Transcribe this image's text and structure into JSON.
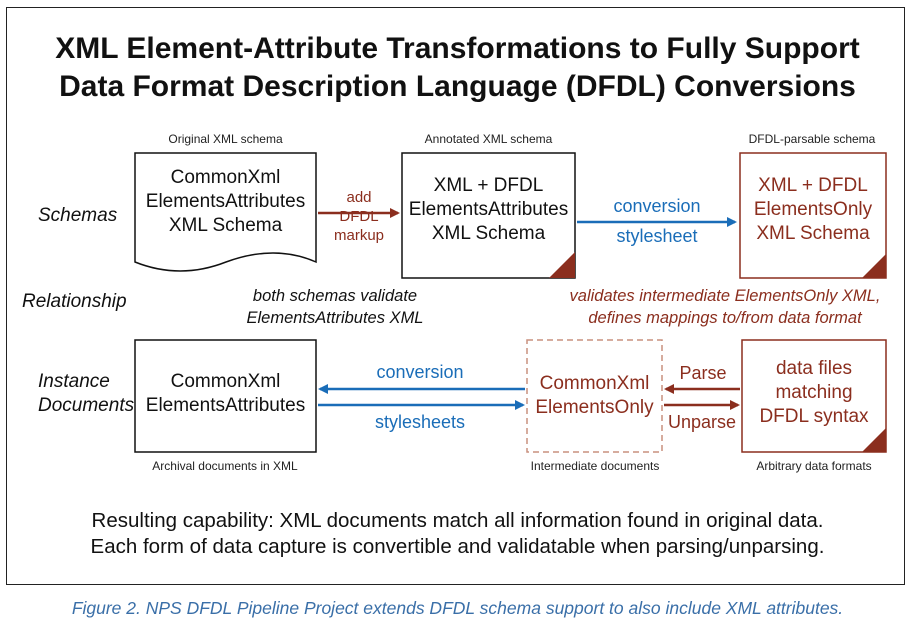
{
  "title_line1": "XML Element-Attribute Transformations to Fully Support",
  "title_line2": "Data Format Description Language (DFDL) Conversions",
  "column_headers": {
    "original": "Original XML schema",
    "annotated": "Annotated XML schema",
    "dfdl_parsable": "DFDL-parsable schema"
  },
  "row_labels": {
    "schemas": "Schemas",
    "relationship": "Relationship",
    "instance_line1": "Instance",
    "instance_line2": "Documents"
  },
  "boxes": {
    "original_schema": [
      "CommonXml",
      "ElementsAttributes",
      "XML Schema"
    ],
    "annotated_schema": [
      "XML + DFDL",
      "ElementsAttributes",
      "XML Schema"
    ],
    "dfdl_schema": [
      "XML + DFDL",
      "ElementsOnly",
      "XML Schema"
    ],
    "archival_doc": [
      "CommonXml",
      "ElementsAttributes"
    ],
    "intermediate_doc": [
      "CommonXml",
      "ElementsOnly"
    ],
    "data_files": [
      "data files",
      "matching",
      "DFDL syntax"
    ]
  },
  "arrow_labels": {
    "add_markup": [
      "add",
      "DFDL",
      "markup"
    ],
    "conversion_stylesheet": [
      "conversion",
      "stylesheet"
    ],
    "conversion": "conversion",
    "stylesheets": "stylesheets",
    "parse": "Parse",
    "unparse": "Unparse"
  },
  "relationship_notes": {
    "left": [
      "both schemas validate",
      "ElementsAttributes XML"
    ],
    "right": [
      "validates intermediate ElementsOnly XML,",
      "defines mappings to/from data format"
    ]
  },
  "footer_labels": {
    "archival": "Archival documents in XML",
    "intermediate": "Intermediate documents",
    "arbitrary": "Arbitrary data formats"
  },
  "result_text": [
    "Resulting capability: XML documents match all information found in original data.",
    "Each form of data capture is convertible and validatable when parsing/unparsing."
  ],
  "caption": "Figure 2.  NPS DFDL Pipeline Project extends DFDL schema support to also include XML attributes.",
  "colors": {
    "red": "#8b2e1e",
    "blue": "#1a6db8",
    "caption": "#3a6fa8"
  }
}
